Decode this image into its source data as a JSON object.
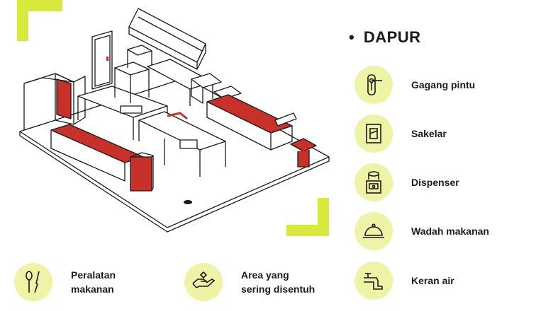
{
  "section": {
    "bullet": "•",
    "title": "DAPUR"
  },
  "legend": [
    {
      "icon": "door-handle-icon",
      "label": "Gagang pintu"
    },
    {
      "icon": "light-switch-icon",
      "label": "Sakelar"
    },
    {
      "icon": "water-dispenser-icon",
      "label": "Dispenser"
    },
    {
      "icon": "food-cloche-icon",
      "label": "Wadah makanan"
    },
    {
      "icon": "water-faucet-icon",
      "label": "Keran air"
    }
  ],
  "bottom_legend": [
    {
      "icon": "spoon-knife-icon",
      "line1": "Peralatan",
      "line2": "makanan"
    },
    {
      "icon": "hand-touch-icon",
      "line1": "Area yang",
      "line2": "sering disentuh"
    }
  ],
  "colors": {
    "accent_lime": "#d7e93a",
    "icon_bg": "#eef3a6",
    "highlight_red": "#c8302a",
    "line": "#1a1a1a"
  }
}
